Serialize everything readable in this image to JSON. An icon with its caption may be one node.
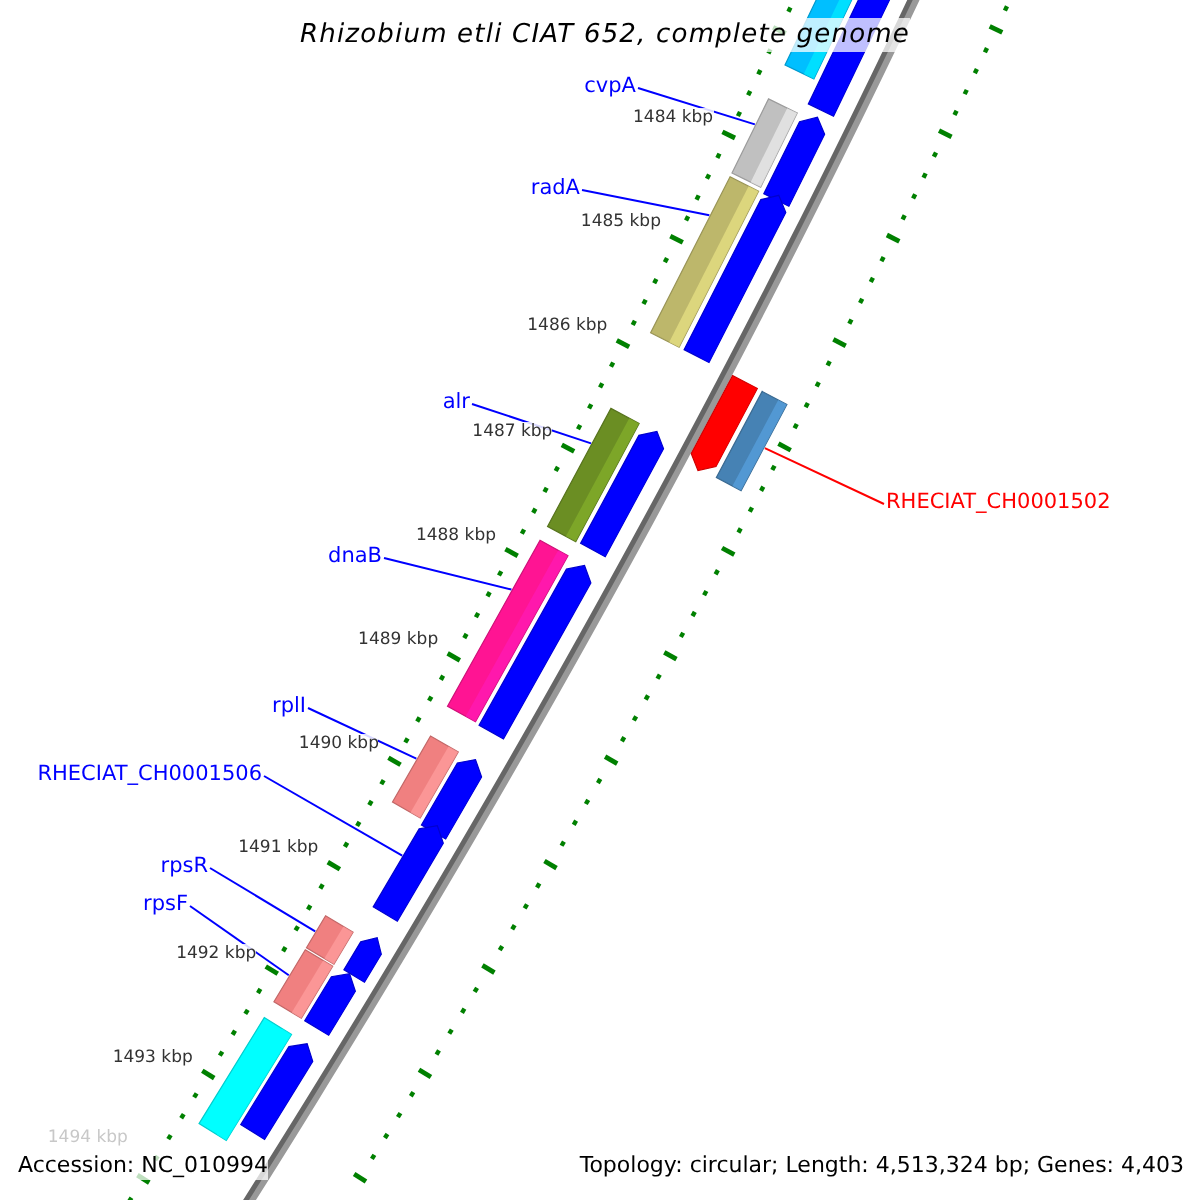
{
  "diagram": {
    "title": "Rhizobium etli CIAT 652, complete genome",
    "nodes": [
      {
        "text": [
          "cvpA"
        ]
      },
      {
        "text": [
          "radA"
        ]
      },
      {
        "text": [
          "alr"
        ]
      },
      {
        "text": [
          "RHECIAT_CH0001502"
        ]
      },
      {
        "text": [
          "dnaB"
        ]
      },
      {
        "text": [
          "rplI"
        ]
      },
      {
        "text": [
          "RHECIAT_CH0001506"
        ]
      },
      {
        "text": [
          "rpsR"
        ]
      },
      {
        "text": [
          "rpsF"
        ]
      },
      {
        "text": [],
        "shape": "bar"
      },
      {
        "text": [],
        "shape": "arrow"
      },
      {
        "text": [],
        "shape": "bar"
      },
      {
        "text": [],
        "shape": "arrow"
      },
      {
        "text": [],
        "shape": "bar"
      },
      {
        "text": [],
        "shape": "arrow"
      },
      {
        "text": [],
        "shape": "arrow"
      },
      {
        "text": [],
        "shape": "bar"
      },
      {
        "text": [],
        "shape": "bar"
      },
      {
        "text": [],
        "shape": "arrow"
      },
      {
        "text": [],
        "shape": "bar"
      },
      {
        "text": [],
        "shape": "arrow"
      },
      {
        "text": [],
        "shape": "bar"
      },
      {
        "text": [],
        "shape": "arrow"
      },
      {
        "text": [],
        "shape": "arrow"
      },
      {
        "text": [],
        "shape": "bar"
      },
      {
        "text": [],
        "shape": "arrow"
      },
      {
        "text": [],
        "shape": "bar"
      },
      {
        "text": [],
        "shape": "arrow"
      },
      {
        "text": [],
        "shape": "bar"
      },
      {
        "text": [],
        "shape": "arrow"
      }
    ],
    "edges": [
      {
        "from": 0,
        "to": 11,
        "arrow": "none"
      },
      {
        "from": 1,
        "to": 13,
        "arrow": "none"
      },
      {
        "from": 2,
        "to": 17,
        "arrow": "none"
      },
      {
        "from": 3,
        "to": 16,
        "arrow": "none",
        "color": "#ff0000"
      },
      {
        "from": 4,
        "to": 19,
        "arrow": "none"
      },
      {
        "from": 5,
        "to": 21,
        "arrow": "none"
      },
      {
        "from": 6,
        "to": 23,
        "arrow": "none"
      },
      {
        "from": 7,
        "to": 24,
        "arrow": "none"
      },
      {
        "from": 8,
        "to": 26,
        "arrow": "none"
      }
    ],
    "labels": [
      "1484 kbp",
      "1485 kbp",
      "1486 kbp",
      "1487 kbp",
      "1488 kbp",
      "1489 kbp",
      "1490 kbp",
      "1491 kbp",
      "1492 kbp",
      "1493 kbp",
      "1494 kbp",
      "Accession: NC_010994",
      "Topology: circular; Length: 4,513,324 bp; Genes: 4,403"
    ]
  }
}
